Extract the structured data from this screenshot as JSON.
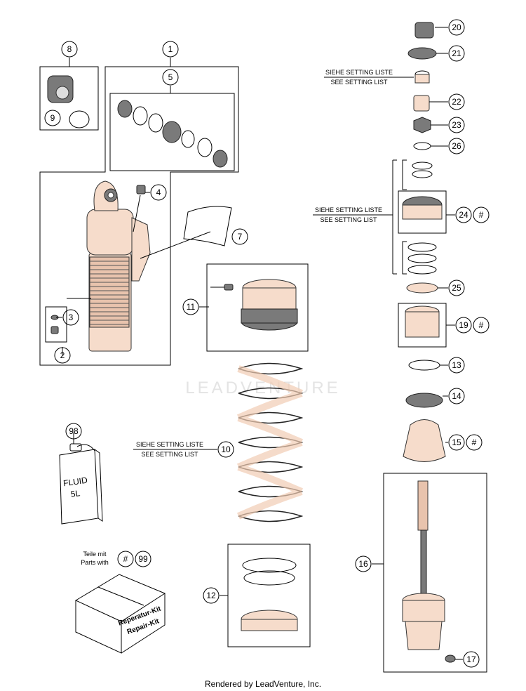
{
  "callouts": {
    "c1": "1",
    "c2": "2",
    "c3": "3",
    "c4": "4",
    "c5": "5",
    "c7": "7",
    "c8": "8",
    "c9": "9",
    "c10": "10",
    "c11": "11",
    "c12": "12",
    "c13": "13",
    "c14": "14",
    "c15": "15",
    "c16": "16",
    "c17": "17",
    "c19": "19",
    "c20": "20",
    "c21": "21",
    "c22": "22",
    "c23": "23",
    "c24": "24",
    "c25": "25",
    "c26": "26",
    "c98": "98",
    "c99": "99"
  },
  "hash": "#",
  "setting_notes": {
    "de": "SIEHE SETTING LISTE",
    "en": "SEE SETTING LIST"
  },
  "fluid_can": {
    "line1": "FLUID",
    "line2": "5L"
  },
  "kit": {
    "label_de": "Teile mit",
    "label_en": "Parts with",
    "box_line1": "Reperatur-Kit",
    "box_line2": "Repair-Kit"
  },
  "watermark": "LEADVENTURE",
  "footer": "Rendered by LeadVenture, Inc."
}
